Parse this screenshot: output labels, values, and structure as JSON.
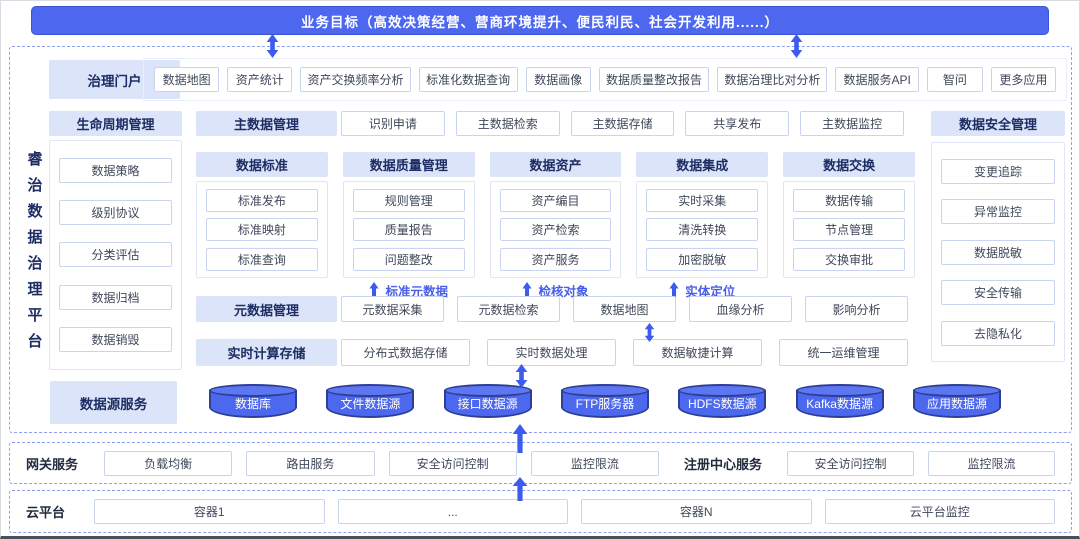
{
  "banner": {
    "text": "业务目标（高效决策经营、营商环境提升、便民利民、社会开发利用......）"
  },
  "platform_title": "睿治数据治理平台",
  "portal": {
    "label": "治理门户",
    "items": [
      "数据地图",
      "资产统计",
      "资产交换频率分析",
      "标准化数据查询",
      "数据画像",
      "数据质量整改报告",
      "数据治理比对分析",
      "数据服务API",
      "智问",
      "更多应用"
    ]
  },
  "lifecycle": {
    "label": "生命周期管理",
    "items": [
      "数据策略",
      "级别协议",
      "分类评估",
      "数据归档",
      "数据销毁"
    ]
  },
  "master_data": {
    "label": "主数据管理",
    "items": [
      "识别申请",
      "主数据检索",
      "主数据存储",
      "共享发布",
      "主数据监控"
    ]
  },
  "middle_columns": [
    {
      "label": "数据标准",
      "items": [
        "标准发布",
        "标准映射",
        "标准查询"
      ],
      "arrow_label": ""
    },
    {
      "label": "数据质量管理",
      "items": [
        "规则管理",
        "质量报告",
        "问题整改"
      ],
      "arrow_label": "标准元数据"
    },
    {
      "label": "数据资产",
      "items": [
        "资产编目",
        "资产检索",
        "资产服务"
      ],
      "arrow_label": "检核对象"
    },
    {
      "label": "数据集成",
      "items": [
        "实时采集",
        "清洗转换",
        "加密脱敏"
      ],
      "arrow_label": "实体定位"
    },
    {
      "label": "数据交换",
      "items": [
        "数据传输",
        "节点管理",
        "交换审批"
      ],
      "arrow_label": ""
    }
  ],
  "security": {
    "label": "数据安全管理",
    "items": [
      "变更追踪",
      "异常监控",
      "数据脱敏",
      "安全传输",
      "去隐私化"
    ]
  },
  "metadata_row": {
    "label": "元数据管理",
    "items": [
      "元数据采集",
      "元数据检索",
      "数据地图",
      "血缘分析",
      "影响分析"
    ]
  },
  "realtime_row": {
    "label": "实时计算存储",
    "items": [
      "分布式数据存储",
      "实时数据处理",
      "数据敏捷计算",
      "统一运维管理"
    ]
  },
  "datasource_row": {
    "label": "数据源服务",
    "items": [
      "数据库",
      "文件数据源",
      "接口数据源",
      "FTP服务器",
      "HDFS数据源",
      "Kafka数据源",
      "应用数据源"
    ]
  },
  "gateway": {
    "label": "网关服务",
    "items": [
      "负载均衡",
      "路由服务",
      "安全访问控制",
      "监控限流"
    ],
    "registry_label": "注册中心服务",
    "registry_items": [
      "安全访问控制",
      "监控限流"
    ]
  },
  "cloud": {
    "label": "云平台",
    "items": [
      "容器1",
      "...",
      "容器N",
      "云平台监控"
    ]
  },
  "colors": {
    "accent": "#4d68ef",
    "header_bg": "#dce4f9",
    "header_text": "#1d2d63",
    "card_border": "#c9d4f1",
    "dashed_border": "#8d9ef3",
    "arrow": "#3d5cee",
    "cylinder_fill": "#4c68ee",
    "cylinder_border": "#2e3e96"
  }
}
